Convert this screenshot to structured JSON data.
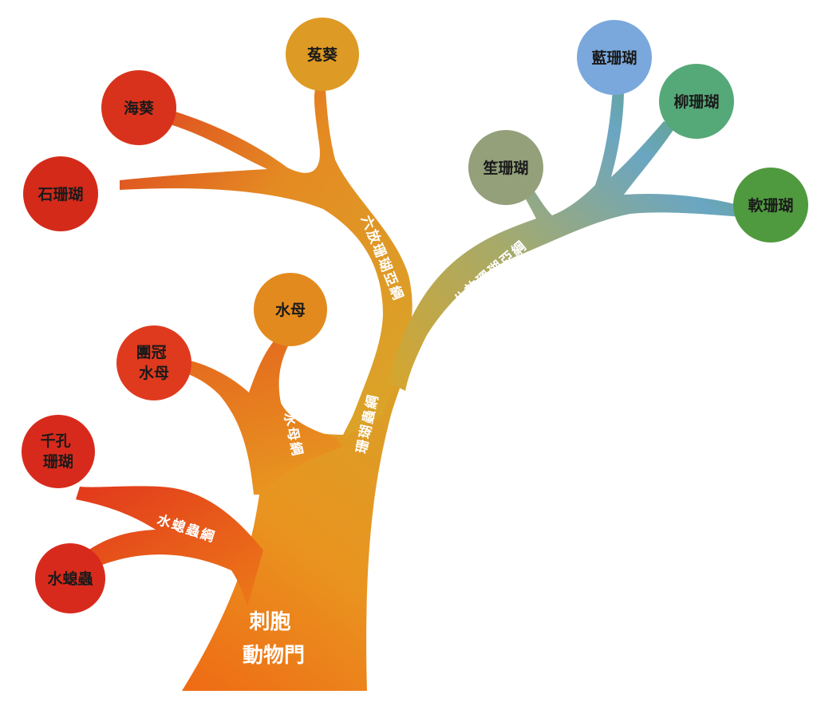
{
  "diagram": {
    "root": {
      "label": [
        "刺胞",
        "動物門"
      ]
    },
    "branches": {
      "hydrozoa": "水螅蟲綱",
      "scyphozoa": "水母綱",
      "anthozoa": "珊瑚蟲綱",
      "hexacorallia": "六放珊瑚亞綱",
      "octocorallia": "八放珊瑚亞綱"
    },
    "nodes": {
      "hydra": {
        "label": [
          "水螅蟲"
        ],
        "color": "#d82a1c"
      },
      "millepora": {
        "label": [
          "千孔",
          "珊瑚"
        ],
        "color": "#d82a1c"
      },
      "coronatae": {
        "label": [
          "團冠",
          "水母"
        ],
        "color": "#df3a1e"
      },
      "jellyfish": {
        "label": [
          "水母"
        ],
        "color": "#e38a1e"
      },
      "stony-coral": {
        "label": [
          "石珊瑚"
        ],
        "color": "#d32a1a"
      },
      "sea-anemone": {
        "label": [
          "海葵"
        ],
        "color": "#d8321c"
      },
      "zoanthid": {
        "label": [
          "菟葵"
        ],
        "color": "#dd9a24"
      },
      "tubipora": {
        "label": [
          "笙珊瑚"
        ],
        "color": "#93a07a"
      },
      "blue-coral": {
        "label": [
          "藍珊瑚"
        ],
        "color": "#7aa8dc"
      },
      "gorgonian": {
        "label": [
          "柳珊瑚"
        ],
        "color": "#55a878"
      },
      "soft-coral": {
        "label": [
          "軟珊瑚"
        ],
        "color": "#4f9a3e"
      }
    }
  }
}
